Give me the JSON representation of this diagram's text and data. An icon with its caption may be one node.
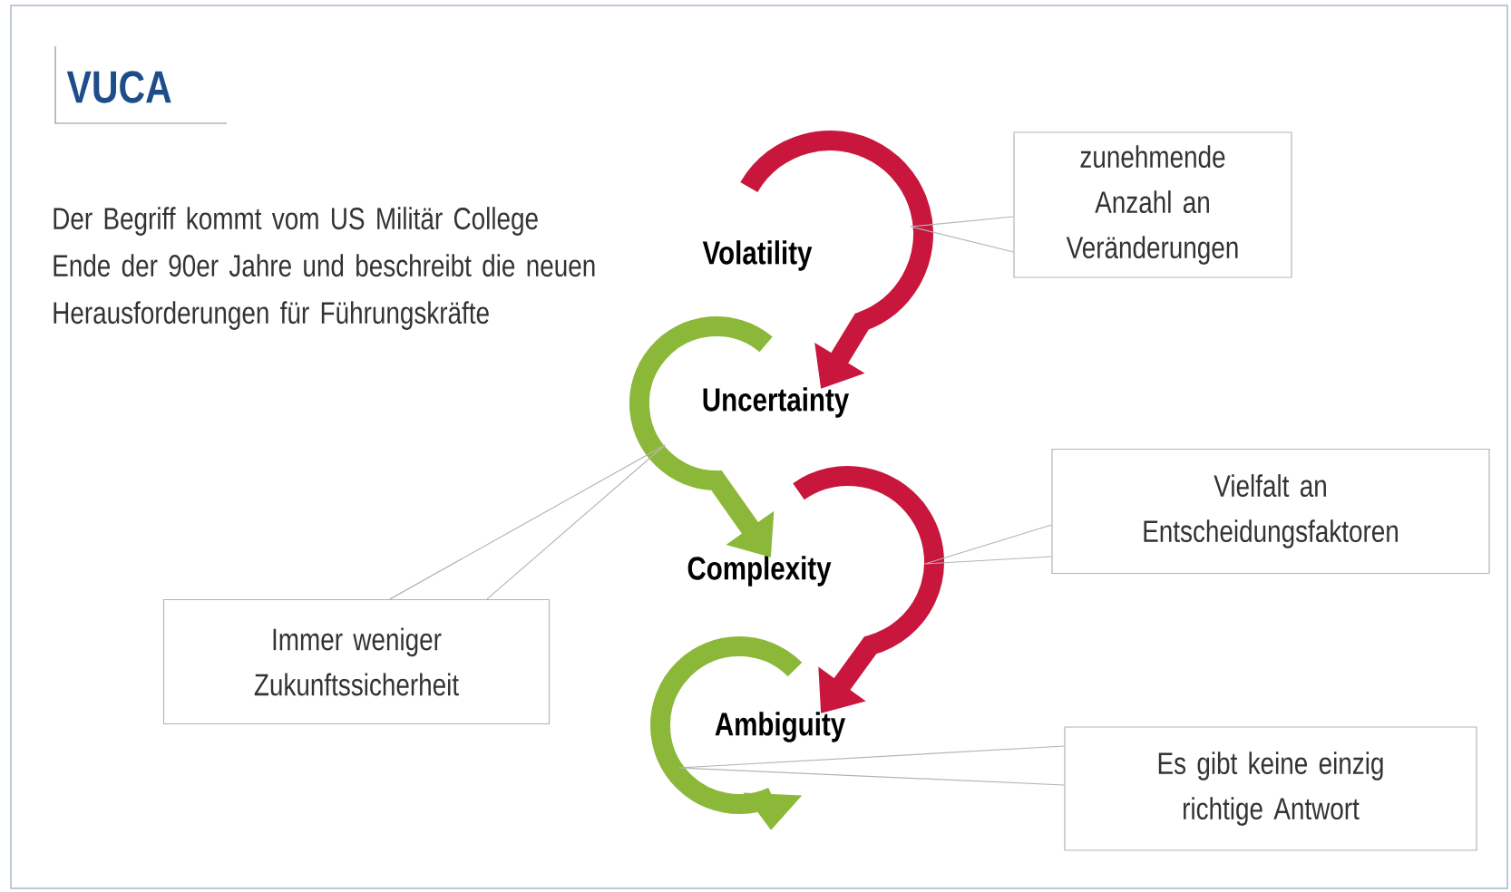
{
  "diagram": {
    "title": "VUCA",
    "nodes": [
      {
        "text": [
          "Volatility"
        ]
      },
      {
        "text": [
          "Uncertainty"
        ]
      },
      {
        "text": [
          "Complexity"
        ]
      },
      {
        "text": [
          "Ambiguity"
        ]
      },
      {
        "text": [
          "zunehmende Anzahl an Veränderungen"
        ]
      },
      {
        "text": [
          "Immer weniger Zukunftssicherheit"
        ]
      },
      {
        "text": [
          "Vielfalt an Entscheidungsfaktoren"
        ]
      },
      {
        "text": [
          "Es gibt keine einzig richtige Antwort"
        ]
      }
    ],
    "edges": [
      {
        "from": 0,
        "to": 1,
        "arrow": "to",
        "style": "thick",
        "color": "#c8163c"
      },
      {
        "from": 1,
        "to": 2,
        "arrow": "to",
        "style": "thick",
        "color": "#8cb83a"
      },
      {
        "from": 2,
        "to": 3,
        "arrow": "to",
        "style": "thick",
        "color": "#c8163c"
      },
      {
        "from": 3,
        "to": null,
        "arrow": "to",
        "style": "thick",
        "color": "#8cb83a"
      },
      {
        "from": 4,
        "to": null,
        "arrow": "none"
      },
      {
        "from": 5,
        "to": null,
        "arrow": "none"
      },
      {
        "from": 6,
        "to": null,
        "arrow": "none"
      },
      {
        "from": 7,
        "to": null,
        "arrow": "none"
      }
    ],
    "labels": [
      "Der Begriff kommt vom US Militär College Ende der 90er Jahre und beschreibt die neuen Herausforderungen für Führungskräfte"
    ]
  }
}
